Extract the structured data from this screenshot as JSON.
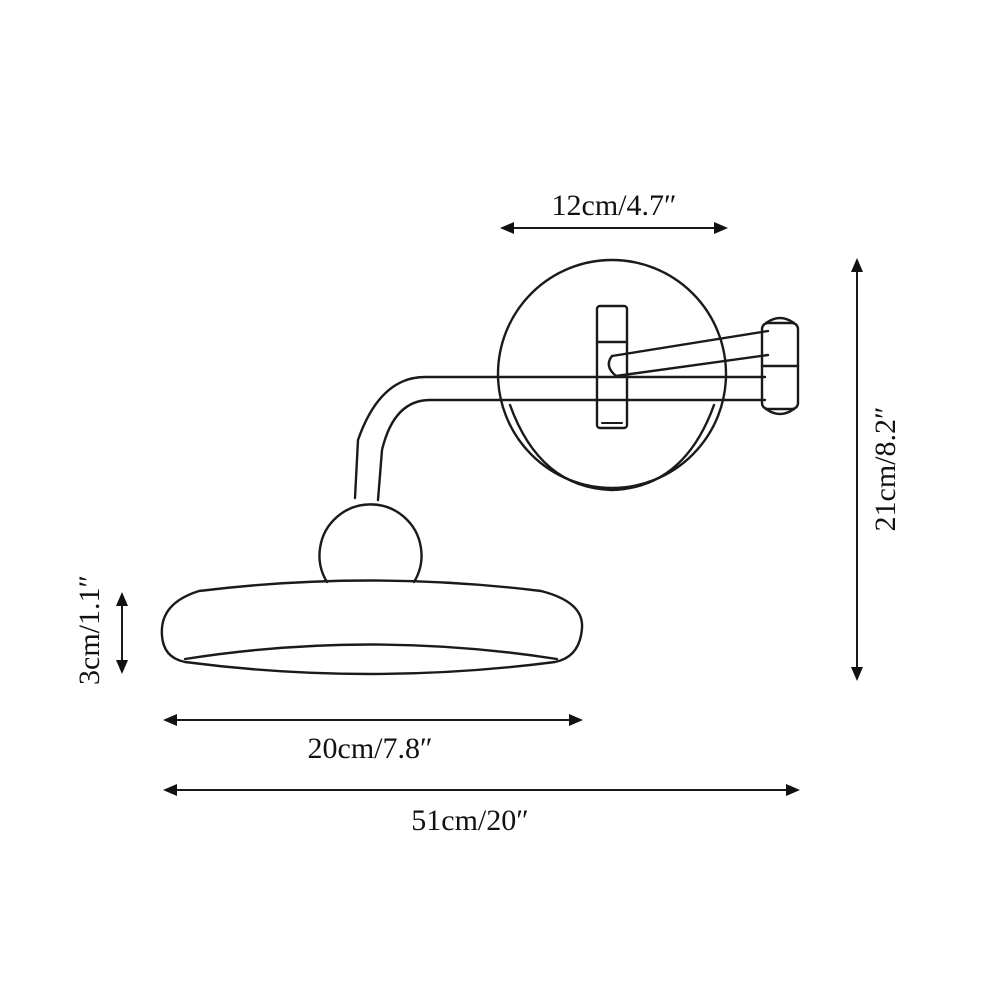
{
  "dimensions": {
    "plate_width": "12cm/4.7″",
    "total_height": "21cm/8.2″",
    "shade_height": "3cm/1.1″",
    "shade_diameter": "20cm/7.8″",
    "total_length": "51cm/20″"
  },
  "colors": {
    "line": "#1a1a1a",
    "background": "#ffffff"
  }
}
